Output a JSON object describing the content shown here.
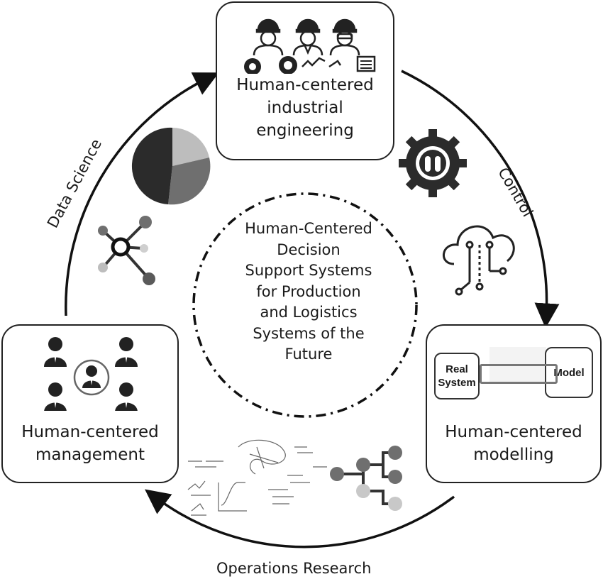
{
  "center": {
    "text": "Human-Centered\nDecision\nSupport Systems\nfor Production\nand Logistics\nSystems of the\nFuture"
  },
  "nodes": {
    "industrial_engineering": {
      "label": "Human-centered\nindustrial\nengineering"
    },
    "modelling": {
      "label": "Human-centered\nmodelling",
      "real_system": "Real\nSystem",
      "model": "Model"
    },
    "management": {
      "label": "Human-centered\nmanagement"
    }
  },
  "cycle_labels": {
    "control": "Control",
    "operations_research": "Operations Research",
    "data_science": "Data Science"
  },
  "icons": [
    "worker-helmet-icon",
    "gear-icon",
    "robot-gear-icon",
    "cloud-circuit-icon",
    "pie-chart-icon",
    "network-node-icon",
    "tree-graph-icon",
    "people-network-icon",
    "math-sketch-icon"
  ],
  "colors": {
    "dark": "#2b2b2b",
    "mid": "#6f6f6f",
    "light": "#bdbdbd",
    "line": "#111111"
  }
}
